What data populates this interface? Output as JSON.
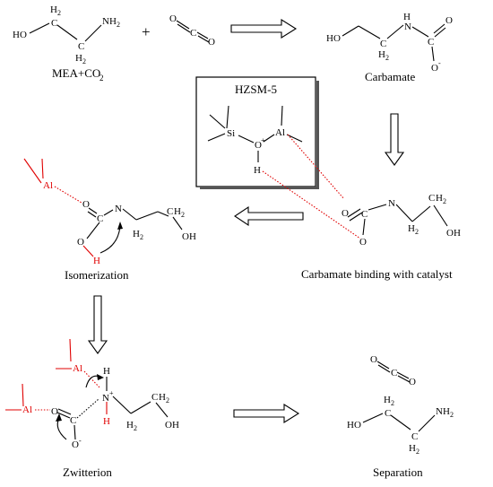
{
  "captions": {
    "mea_co2": "MEA+CO",
    "mea_co2_sub": "2",
    "carbamate": "Carbamate",
    "binding": "Carbamate binding with catalyst",
    "isomerization": "Isomerization",
    "zwitterion": "Zwitterion",
    "separation": "Separation",
    "hzsm5": "HZSM-5"
  },
  "atoms": {
    "HO": "HO",
    "OH": "OH",
    "H2": "H",
    "two": "2",
    "C": "C",
    "N": "N",
    "NH2": "NH",
    "O": "O",
    "Ominus": "O",
    "minus": "-",
    "H": "H",
    "Si": "Si",
    "Al": "Al",
    "Oplus": "O",
    "plus": "+",
    "Nplus": "N"
  },
  "operator_plus": "+",
  "colors": {
    "highlight": "#e00000",
    "ink": "#000000"
  }
}
